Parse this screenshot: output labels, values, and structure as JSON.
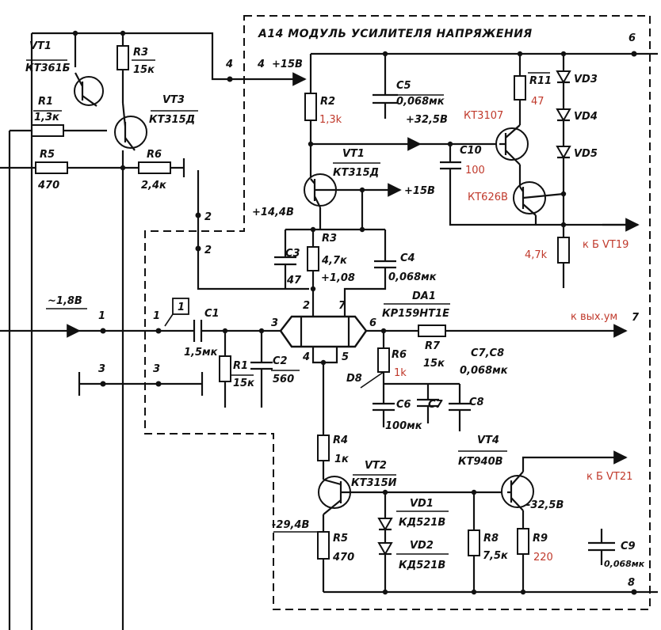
{
  "module": {
    "title": "A14 МОДУЛЬ УСИЛИТЕЛЯ НАПРЯЖЕНИЯ"
  },
  "pins": {
    "p1": "1",
    "p1b": "1",
    "p1box": "1",
    "p2a": "2",
    "p2b": "2",
    "p3a": "3",
    "p3b": "3",
    "p4a": "4",
    "p4b": "4",
    "p6": "6",
    "p7": "7",
    "p8": "8"
  },
  "outside": {
    "vt1_name": "VT1",
    "vt1_type": "КТ361Б",
    "vt3_name": "VT3",
    "vt3_type": "КТ315Д",
    "r1_name": "R1",
    "r1_val": "1,3к",
    "r3_name": "R3",
    "r3_val": "15к",
    "r5_name": "R5",
    "r5_val": "470",
    "r6_name": "R6",
    "r6_val": "2,4к",
    "input_voltage": "~1,8В"
  },
  "components": {
    "r2_name": "R2",
    "r2_red": "1,3k",
    "c5_name": "C5",
    "c5_val": "0,068мк",
    "r11_name": "R11",
    "r11_red": "47",
    "vd3": "VD3",
    "vd4": "VD4",
    "vd5": "VD5",
    "kt3107_red": "КТ3107",
    "c10_name": "C10",
    "c10_red": "100",
    "vt1_name": "VT1",
    "vt1_type": "КТ315Д",
    "kt626_red": "КТ626В",
    "r47k_red": "4,7k",
    "c3_name": "C3",
    "c3_val": "47",
    "r3_name": "R3",
    "r3_val": "4,7к",
    "c4_name": "C4",
    "c4_val": "0,068мк",
    "da1_name": "DA1",
    "da1_type": "КР159НТ1Е",
    "c1_name": "C1",
    "c1_val": "1,5мк",
    "r1_name": "R1",
    "r1_val": "15к",
    "c2_name": "C2",
    "c2_val": "560",
    "r6_name": "R6",
    "r6_red": "1k",
    "r7_name": "R7",
    "r7_val": "15к",
    "c78_name": "C7,C8",
    "c78_val": "0,068мк",
    "c6_name": "C6",
    "c6_val": "100мк",
    "c7_name": "C7",
    "c8_name": "C8",
    "d8": "D8",
    "r4_name": "R4",
    "r4_val": "1к",
    "vt2_name": "VT2",
    "vt2_type": "КТ315И",
    "vd1_name": "VD1",
    "vd1_type": "КД521В",
    "vd2_name": "VD2",
    "vd2_type": "КД521В",
    "vt4_name": "VT4",
    "vt4_type": "КТ940В",
    "r5_name": "R5",
    "r5_val": "470",
    "r8_name": "R8",
    "r8_val": "7,5к",
    "r9_name": "R9",
    "r9_red": "220",
    "c9_name": "C9",
    "c9_val": "0,068мк"
  },
  "voltages": {
    "v15_in": "+15В",
    "v32_5": "+32,5В",
    "v15_out": "+15В",
    "v14_4": "+14,4В",
    "v1_08": "+1,08",
    "v29_4": "-29,4В",
    "v32_5neg": "-32,5В"
  },
  "labels": {
    "to_vt19": "к Б VT19",
    "to_out": "к вых.ум",
    "to_vt21": "к Б VT21"
  },
  "pin_numbers": {
    "da2": "2",
    "da3": "3",
    "da4": "4",
    "da5": "5",
    "da6": "6",
    "da7": "7"
  },
  "colors": {
    "ink": "#111111",
    "annotation_red": "#c0392b",
    "paper": "#ffffff"
  }
}
